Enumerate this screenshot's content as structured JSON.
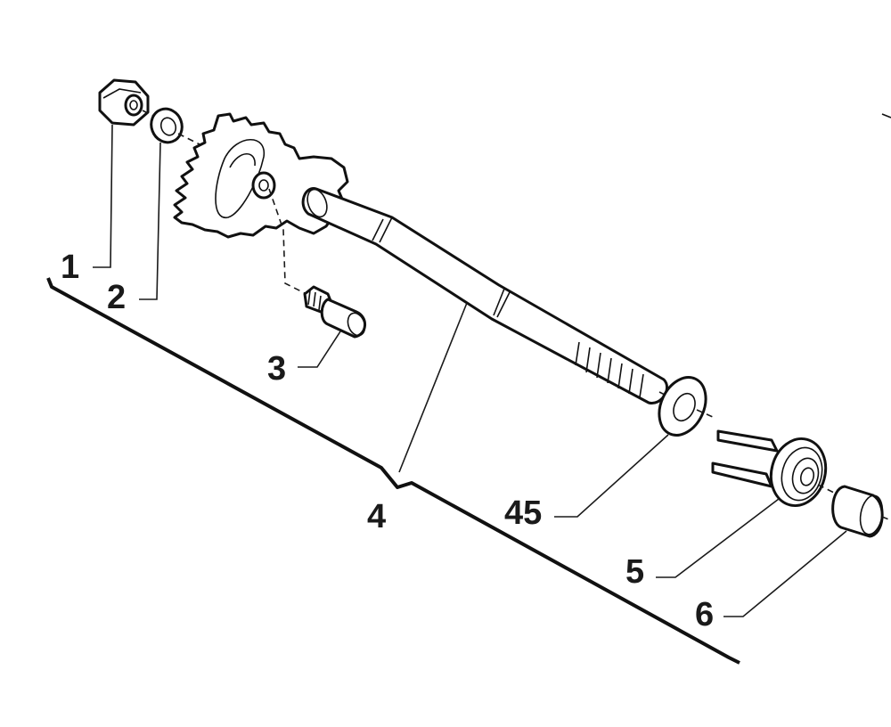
{
  "labels": {
    "nut": "1",
    "washer": "2",
    "pin": "3",
    "shaft_assembly": "4",
    "shim": "45",
    "spring": "5",
    "bushing": "6"
  }
}
